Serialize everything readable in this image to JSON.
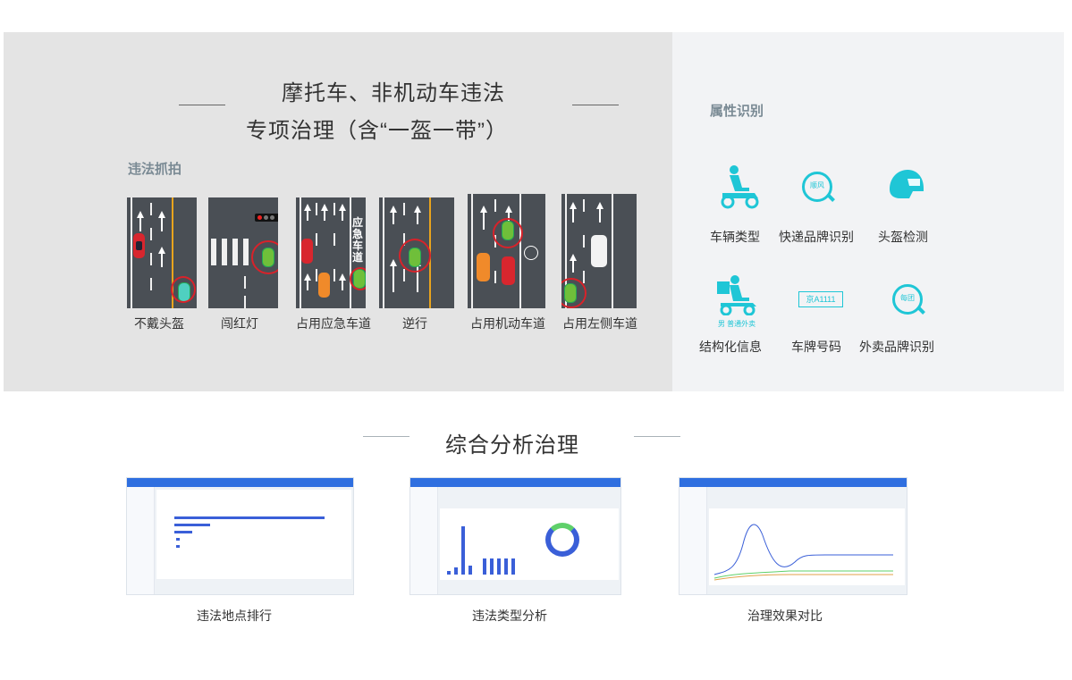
{
  "header": {
    "title_line1": "摩托车、非机动车违法",
    "title_line2": "专项治理（含“一盔一带”）"
  },
  "capture": {
    "label": "违法抓拍",
    "items": [
      {
        "label": "不戴头盔"
      },
      {
        "label": "闯红灯"
      },
      {
        "label": "占用应急车道",
        "road_text": "应急车道"
      },
      {
        "label": "逆行"
      },
      {
        "label": "占用机动车道"
      },
      {
        "label": "占用左侧车道"
      }
    ]
  },
  "attributes": {
    "label": "属性识别",
    "items": [
      {
        "label": "车辆类型",
        "icon": "scooter-rider-icon"
      },
      {
        "label": "快递品牌识别",
        "icon": "express-search-icon",
        "icon_text": "顺风"
      },
      {
        "label": "头盔检测",
        "icon": "helmet-icon"
      },
      {
        "label": "结构化信息",
        "icon": "delivery-rider-icon",
        "icon_text": "男 普通外卖"
      },
      {
        "label": "车牌号码",
        "icon": "license-plate-icon",
        "icon_text": "京A1111"
      },
      {
        "label": "外卖品牌识别",
        "icon": "takeout-search-icon",
        "icon_text": "每团"
      }
    ]
  },
  "analysis": {
    "title": "综合分析治理",
    "items": [
      {
        "label": "违法地点排行"
      },
      {
        "label": "违法类型分析"
      },
      {
        "label": "治理效果对比"
      }
    ]
  },
  "colors": {
    "accent": "#1fc6d6",
    "panel_gray": "#e4e4e4",
    "panel_light": "#f2f3f5",
    "road": "#4a4f55",
    "lane_yellow": "#e9a41d",
    "alert_red": "#d8222a",
    "dashboard_blue": "#2f6fe0"
  }
}
